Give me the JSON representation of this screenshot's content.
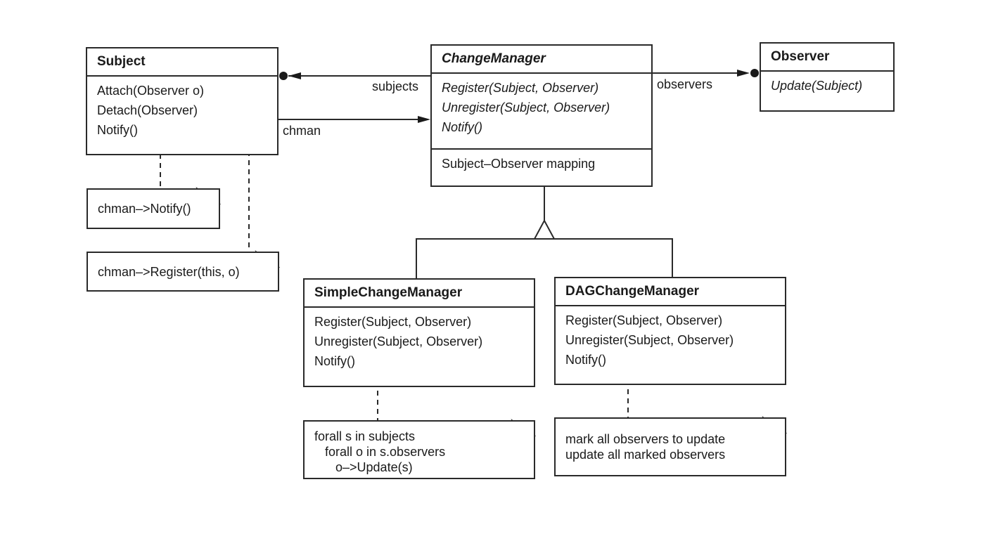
{
  "subject": {
    "title": "Subject",
    "ops": [
      "Attach(Observer o)",
      "Detach(Observer)",
      "Notify()"
    ]
  },
  "change_manager": {
    "title": "ChangeManager",
    "ops": [
      "Register(Subject, Observer)",
      "Unregister(Subject, Observer)",
      "Notify()"
    ],
    "attrs": [
      "Subject–Observer mapping"
    ]
  },
  "observer": {
    "title": "Observer",
    "ops": [
      "Update(Subject)"
    ]
  },
  "simple_change_manager": {
    "title": "SimpleChangeManager",
    "ops": [
      "Register(Subject, Observer)",
      "Unregister(Subject, Observer)",
      "Notify()"
    ]
  },
  "dag_change_manager": {
    "title": "DAGChangeManager",
    "ops": [
      "Register(Subject, Observer)",
      "Unregister(Subject, Observer)",
      "Notify()"
    ]
  },
  "notes": {
    "subject_notify": [
      "chman–>Notify()"
    ],
    "subject_attach": [
      "chman–>Register(this, o)"
    ],
    "simple_notify": [
      "forall s in subjects",
      "   forall o in s.observers",
      "      o–>Update(s)"
    ],
    "dag_notify": [
      "mark all observers to update",
      "update all marked observers"
    ]
  },
  "labels": {
    "subjects": "subjects",
    "chman": "chman",
    "observers": "observers"
  }
}
